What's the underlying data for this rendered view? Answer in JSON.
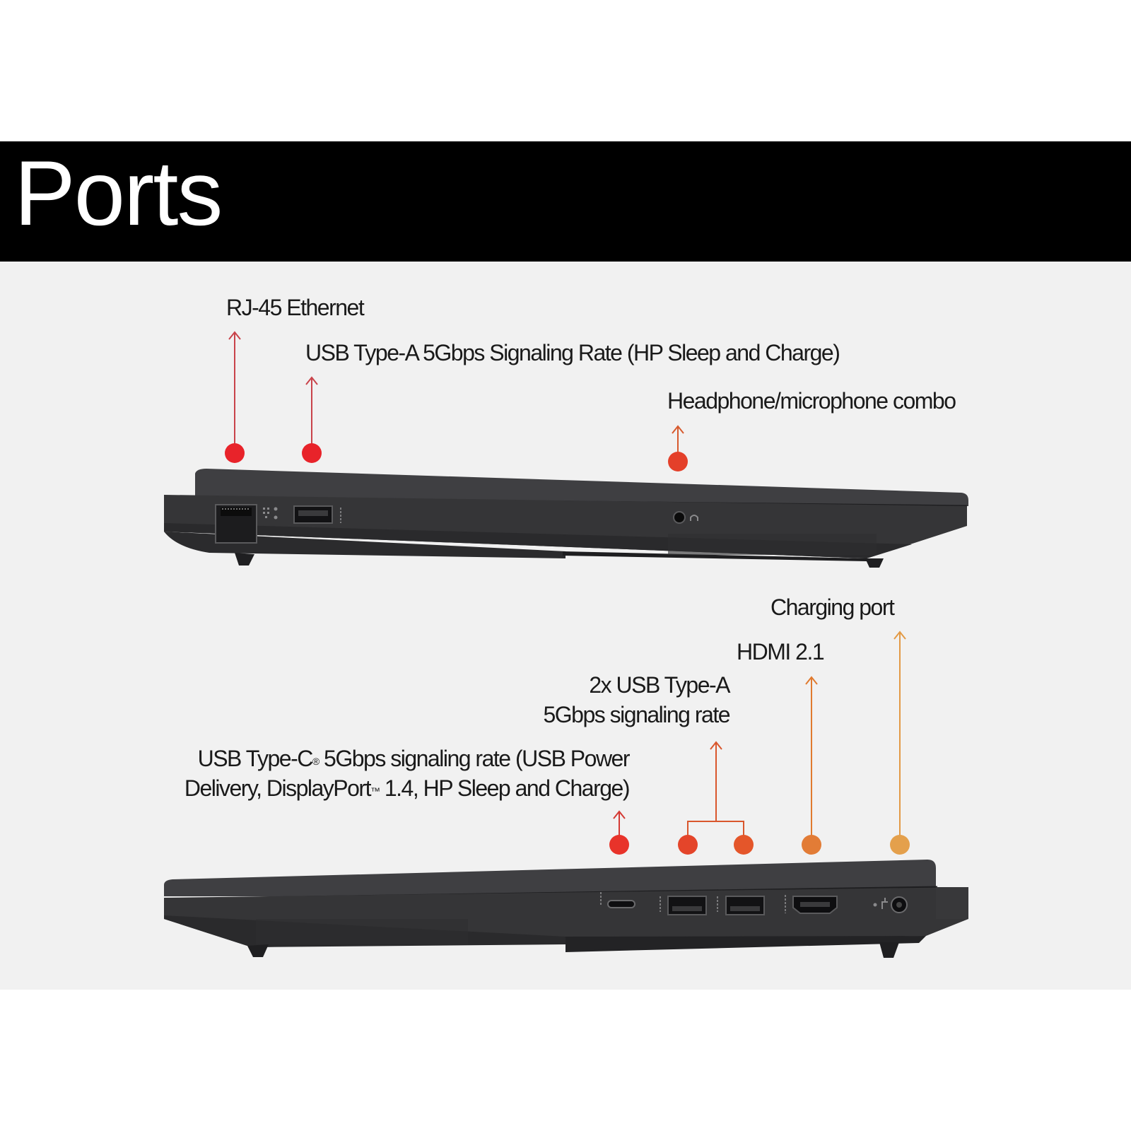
{
  "header": {
    "title": "Ports"
  },
  "left_side": {
    "labels": [
      {
        "text": "RJ-45 Ethernet"
      },
      {
        "text": "USB Type-A 5Gbps Signaling Rate (HP Sleep and Charge)"
      },
      {
        "text": "Headphone/microphone combo"
      }
    ]
  },
  "right_side": {
    "labels": [
      {
        "text": "Charging port"
      },
      {
        "text": "HDMI 2.1"
      },
      {
        "line1": "2x USB Type-A",
        "line2": "5Gbps signaling rate"
      },
      {
        "line1_a": "USB Type-C",
        "line1_reg": "®",
        "line1_b": " 5Gbps signaling rate (USB Power",
        "line2_a": "Delivery, DisplayPort",
        "line2_tm": "™",
        "line2_b": " 1.4, HP Sleep and Charge)"
      }
    ]
  },
  "colors": {
    "red": "#e8232a",
    "red_orange": "#e4492a",
    "orange": "#e07a2e",
    "amber": "#e39a45",
    "header_bg": "#000000",
    "panel_bg": "#f1f1f1",
    "laptop_body": "#3a3a3c"
  }
}
